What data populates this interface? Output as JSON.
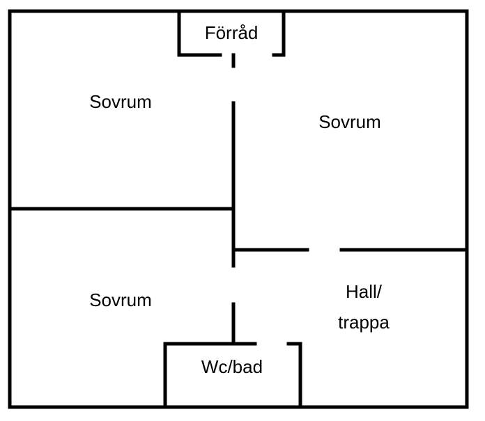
{
  "colors": {
    "wall": "#000000",
    "background": "#ffffff"
  },
  "rooms": {
    "storage": "Förråd",
    "bedroom_top_left": "Sovrum",
    "bedroom_top_right": "Sovrum",
    "bedroom_bottom_left": "Sovrum",
    "hall_line1": "Hall/",
    "hall_line2": "trappa",
    "bathroom": "Wc/bad"
  }
}
